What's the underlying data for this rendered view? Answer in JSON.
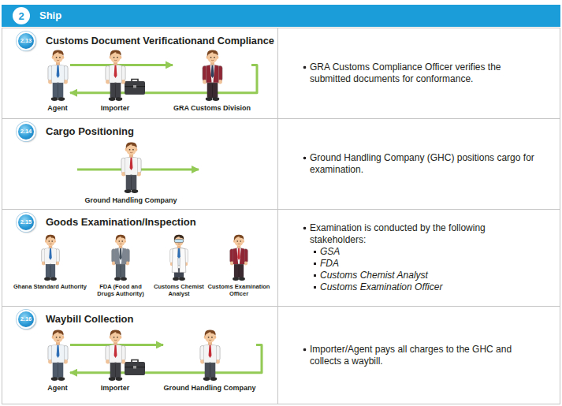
{
  "diagram": {
    "nodes": [
      {
        "text": [
          "Ship"
        ]
      },
      {
        "text": [
          "2"
        ],
        "in": 0
      },
      {
        "text": [
          "Customs Document Verificationand Compliance"
        ]
      },
      {
        "text": [
          "2.13"
        ],
        "in": 2
      },
      {
        "text": [
          "Agent"
        ],
        "in": 2
      },
      {
        "text": [
          "Importer"
        ],
        "in": 2
      },
      {
        "text": [
          "GRA Customs Division"
        ],
        "in": 2
      },
      {
        "text": [
          "GRA Customs Compliance Officer verifies the submitted documents for conformance."
        ]
      },
      {
        "text": [
          "Cargo Positioning"
        ]
      },
      {
        "text": [
          "2.14"
        ],
        "in": 8
      },
      {
        "text": [
          "Ground Handling Company"
        ],
        "in": 8
      },
      {
        "text": [
          "Ground Handling Company (GHC) positions cargo for examination."
        ]
      },
      {
        "text": [
          "Goods Examination/Inspection"
        ]
      },
      {
        "text": [
          "2.15"
        ],
        "in": 12
      },
      {
        "text": [
          "Ghana Standard Authority"
        ],
        "in": 12
      },
      {
        "text": [
          "FDA (Food and Drugs Authority)"
        ],
        "in": 12
      },
      {
        "text": [
          "Customs Chemist Analyst"
        ],
        "in": 12
      },
      {
        "text": [
          "Customs Examination Officer"
        ],
        "in": 12
      },
      {
        "text": [
          "Examination is conducted by the following stakeholders:",
          "GSA",
          "FDA",
          "Customs Chemist Analyst",
          "Customs Examination Officer"
        ]
      },
      {
        "text": [
          "Waybill Collection"
        ]
      },
      {
        "text": [
          "2.16"
        ],
        "in": 19
      },
      {
        "text": [
          "Agent"
        ],
        "in": 19
      },
      {
        "text": [
          "Importer"
        ],
        "in": 19
      },
      {
        "text": [
          "Ground Handling Company"
        ],
        "in": 19
      },
      {
        "text": [
          "Importer/Agent pays all charges to the GHC and collects a waybill."
        ]
      }
    ],
    "edges": [
      {
        "from": 4,
        "to": 6,
        "arrow": "to"
      },
      {
        "from": 6,
        "to": 4,
        "arrow": "to"
      },
      {
        "from": 21,
        "to": 23,
        "arrow": "to"
      },
      {
        "from": 23,
        "to": 21,
        "arrow": "to"
      }
    ]
  }
}
